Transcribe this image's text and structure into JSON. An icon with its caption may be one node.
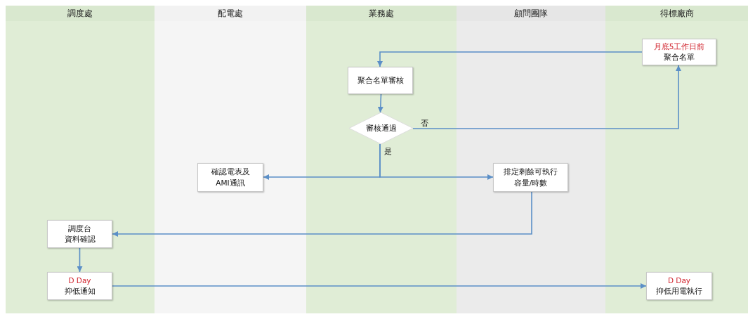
{
  "diagram": {
    "nodes": [
      {
        "text": [
          "調度處"
        ]
      },
      {
        "text": [
          "配電處"
        ]
      },
      {
        "text": [
          "業務處"
        ]
      },
      {
        "text": [
          "顧問團隊"
        ]
      },
      {
        "text": [
          "得標廠商"
        ]
      },
      {
        "text": [
          "月底5工作日前",
          "聚合名單"
        ],
        "in": 4
      },
      {
        "text": [
          "聚合名單審核"
        ],
        "in": 2
      },
      {
        "text": [
          "審核通過"
        ],
        "in": 2
      },
      {
        "text": [
          "確認電表及AMI通訊"
        ],
        "in": 1
      },
      {
        "text": [
          "排定剩餘可執行容量/時數"
        ],
        "in": 3
      },
      {
        "text": [
          "調度台資料確認"
        ],
        "in": 0
      },
      {
        "text": [
          "D Day",
          "抑低通知"
        ],
        "in": 0
      },
      {
        "text": [
          "D Day",
          "抑低用電執行"
        ],
        "in": 4
      }
    ],
    "edges": [
      {
        "from": 5,
        "to": 6,
        "arrow": "to"
      },
      {
        "from": 6,
        "to": 7,
        "arrow": "to"
      },
      {
        "from": 7,
        "to": 5,
        "arrow": "to",
        "label": "否"
      },
      {
        "from": 7,
        "to": 8,
        "arrow": "to",
        "label": "是"
      },
      {
        "from": 7,
        "to": 9,
        "arrow": "to"
      },
      {
        "from": 9,
        "to": 10,
        "arrow": "to"
      },
      {
        "from": 10,
        "to": 11,
        "arrow": "to"
      },
      {
        "from": 11,
        "to": 12,
        "arrow": "to"
      }
    ]
  }
}
